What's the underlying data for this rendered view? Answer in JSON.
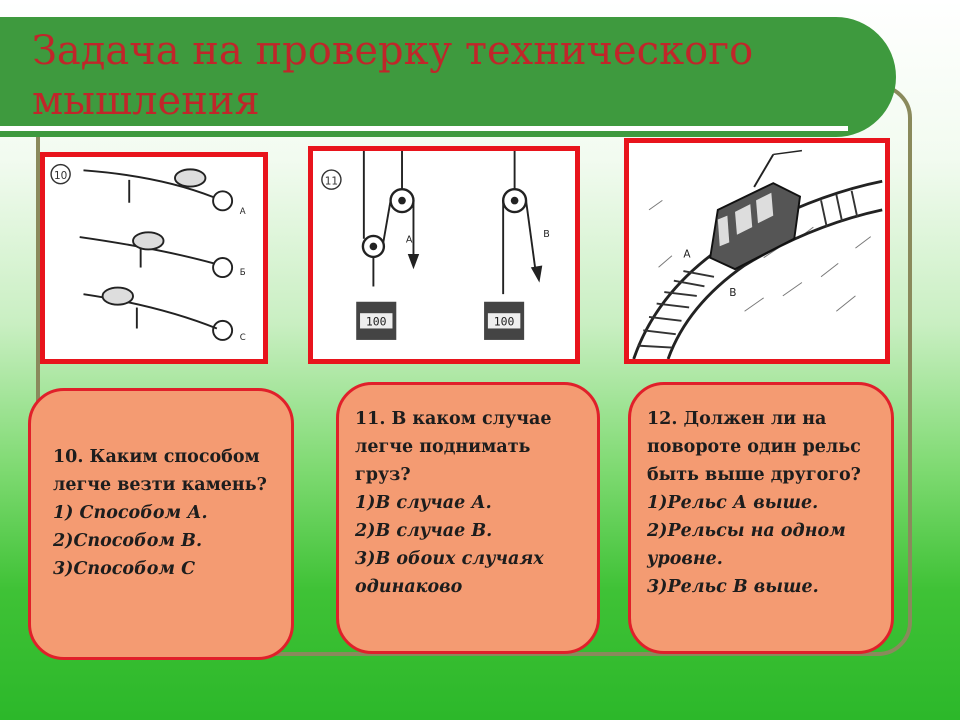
{
  "title": "Задача на проверку технического мышления",
  "pictures": {
    "p10": {
      "number": "10",
      "labels": [
        "A",
        "Б",
        "C"
      ]
    },
    "p11": {
      "number": "11",
      "label_a": "A",
      "label_b": "B",
      "weight_a": "100",
      "weight_b": "100"
    },
    "p12": {
      "label_a": "A",
      "label_b": "B"
    }
  },
  "cards": {
    "c10": {
      "question": "10. Каким способом легче везти камень?",
      "options": [
        "1) Способом А.",
        "2)Способом В.",
        "3)Способом С"
      ]
    },
    "c11": {
      "question": "11. В каком случае легче поднимать груз?",
      "options": [
        "1)В случае А.",
        "2)В случае В.",
        "3)В обоих случаях одинаково"
      ]
    },
    "c12": {
      "question": "12. Должен ли на повороте один рельс быть выше другого?",
      "options": [
        "1)Рельс А выше.",
        "2)Рельсы на одном уровне.",
        "3)Рельс В выше."
      ]
    }
  }
}
